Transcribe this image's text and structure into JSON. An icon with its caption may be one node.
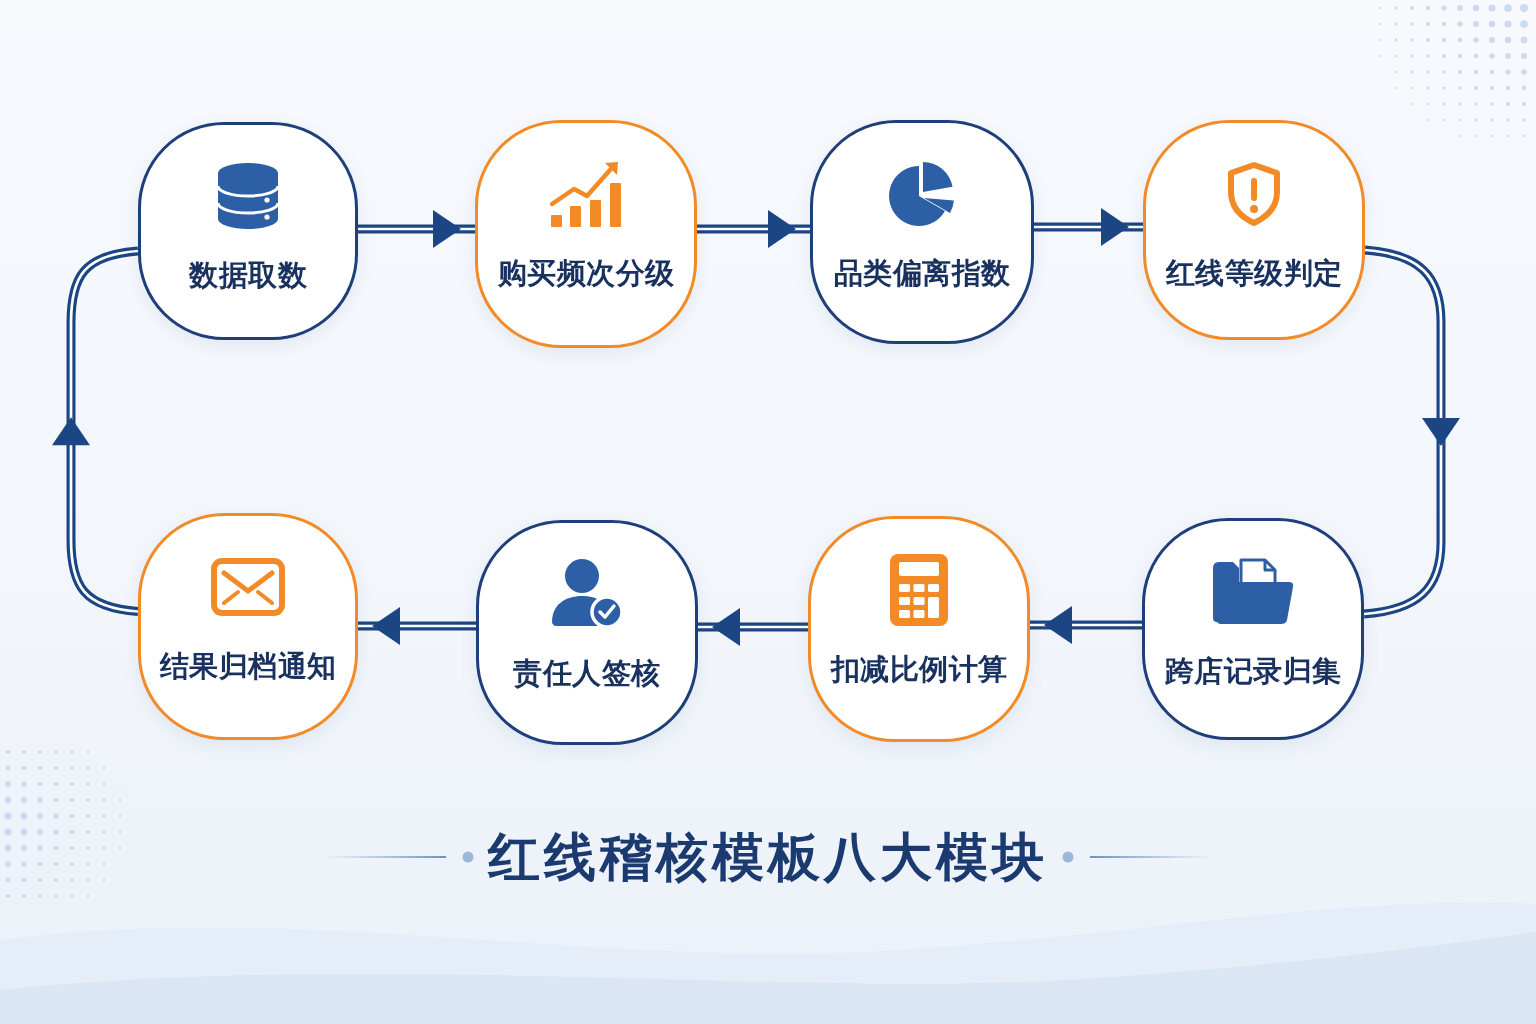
{
  "diagram": {
    "title": "红线稽核模板八大模块",
    "nodes": [
      {
        "text": [
          "数据取数"
        ]
      },
      {
        "text": [
          "购买频次分级"
        ]
      },
      {
        "text": [
          "品类偏离指数"
        ]
      },
      {
        "text": [
          "红线等级判定"
        ]
      },
      {
        "text": [
          "结果归档通知"
        ]
      },
      {
        "text": [
          "责任人签核"
        ]
      },
      {
        "text": [
          "扣减比例计算"
        ]
      },
      {
        "text": [
          "跨店记录归集"
        ]
      }
    ],
    "edges": [
      {
        "from": 0,
        "to": 1,
        "arrow": "to"
      },
      {
        "from": 1,
        "to": 2,
        "arrow": "to"
      },
      {
        "from": 2,
        "to": 3,
        "arrow": "to"
      },
      {
        "from": 3,
        "to": 7,
        "arrow": "to"
      },
      {
        "from": 7,
        "to": 6,
        "arrow": "to"
      },
      {
        "from": 6,
        "to": 5,
        "arrow": "to"
      },
      {
        "from": 5,
        "to": 4,
        "arrow": "to"
      },
      {
        "from": 4,
        "to": 0,
        "arrow": "to"
      }
    ]
  }
}
